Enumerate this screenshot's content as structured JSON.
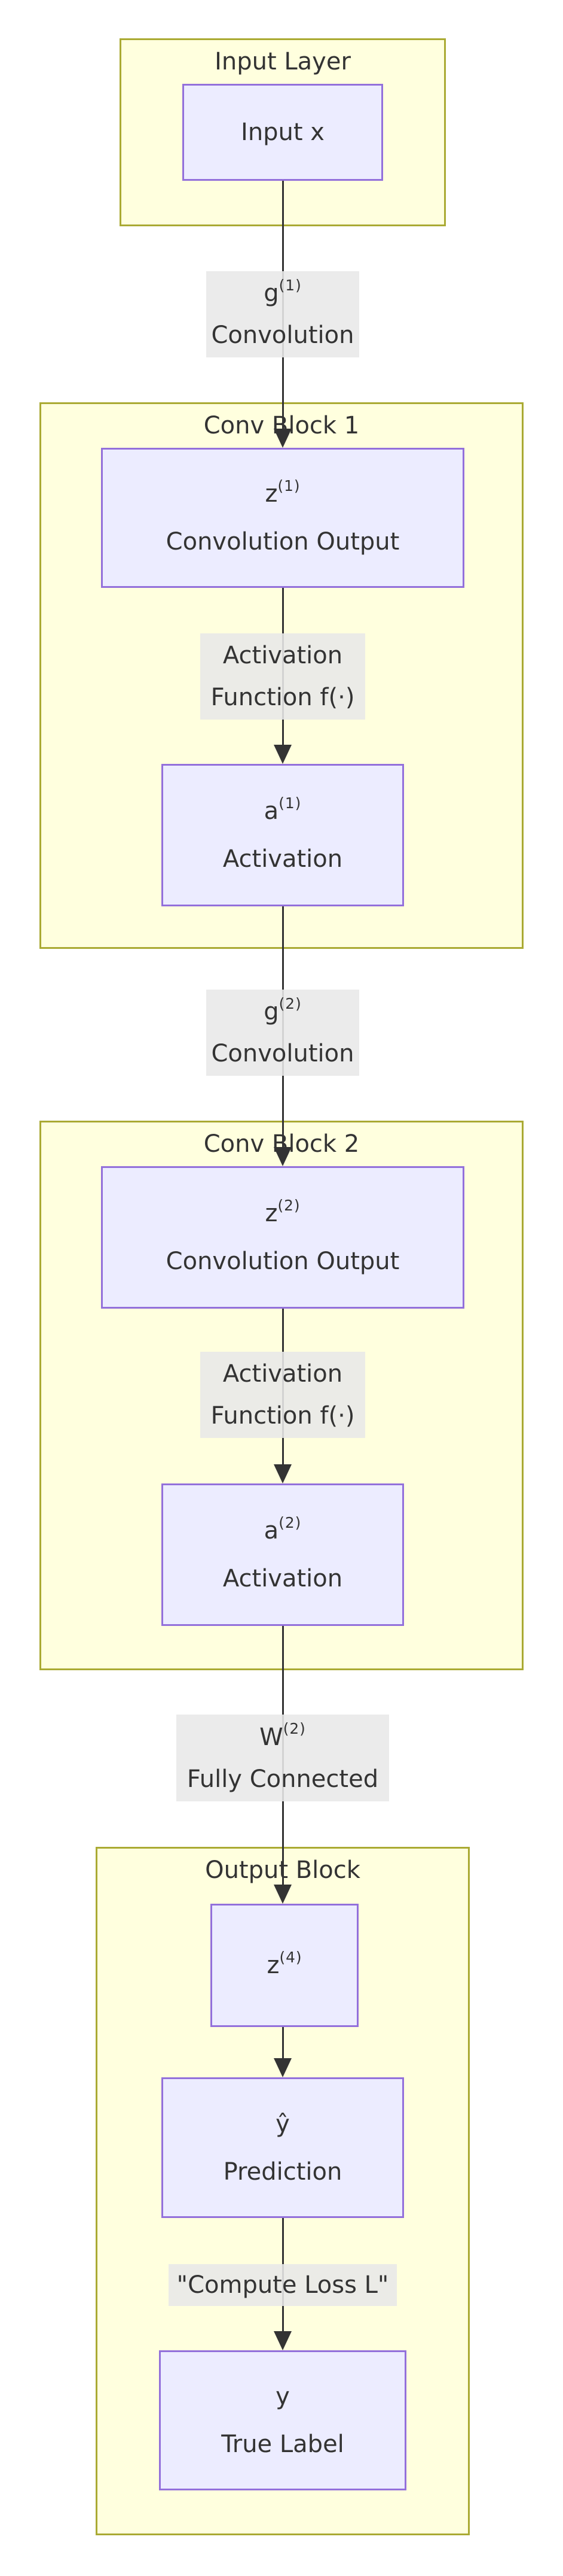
{
  "clusters": {
    "input_layer": {
      "title": "Input Layer"
    },
    "conv_block_1": {
      "title": "Conv Block 1"
    },
    "conv_block_2": {
      "title": "Conv Block 2"
    },
    "output_block": {
      "title": "Output Block"
    }
  },
  "nodes": {
    "input_x": {
      "line1": "Input x"
    },
    "z1": {
      "base": "z",
      "sup": "(1)",
      "line2": "Convolution Output"
    },
    "a1": {
      "base": "a",
      "sup": "(1)",
      "line2": "Activation"
    },
    "z2": {
      "base": "z",
      "sup": "(2)",
      "line2": "Convolution Output"
    },
    "a2": {
      "base": "a",
      "sup": "(2)",
      "line2": "Activation"
    },
    "z4": {
      "base": "z",
      "sup": "(4)"
    },
    "y_hat": {
      "line1": "ŷ",
      "line2": "Prediction"
    },
    "y_true": {
      "line1": "y",
      "line2": "True Label"
    }
  },
  "edge_labels": {
    "g1": {
      "base": "g",
      "sup": "(1)",
      "line2": "Convolution"
    },
    "act1": {
      "line1": "Activation",
      "line2": "Function f(·)"
    },
    "g2": {
      "base": "g",
      "sup": "(2)",
      "line2": "Convolution"
    },
    "act2": {
      "line1": "Activation",
      "line2": "Function f(·)"
    },
    "w2": {
      "base": "W",
      "sup": "(2)",
      "line2": "Fully Connected"
    },
    "loss": {
      "line1": "\"Compute Loss L\""
    }
  },
  "colors": {
    "cluster_fill": "#ffffde",
    "cluster_border": "#aaaa33",
    "node_fill": "#ececff",
    "node_border": "#9370db",
    "edge_label_bg": "#e8e8e8",
    "edge_color": "#333333",
    "text_color": "#333333",
    "page_bg": "#ffffff"
  }
}
